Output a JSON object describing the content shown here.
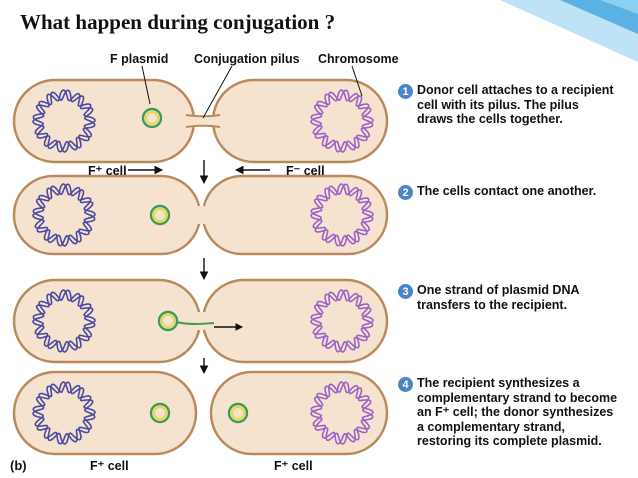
{
  "title": "What happen during conjugation ?",
  "labels": {
    "f_plasmid": "F plasmid",
    "pilus": "Conjugation pilus",
    "chromosome": "Chromosome",
    "f_plus_cell": "F⁺ cell",
    "f_minus_cell": "F⁻ cell",
    "panel": "(b)",
    "f_plus_bottom_left": "F⁺ cell",
    "f_plus_bottom_right": "F⁺ cell"
  },
  "steps": [
    {
      "num": "1",
      "text": "Donor cell attaches to a recipient\ncell with its pilus. The pilus\ndraws the cells together."
    },
    {
      "num": "2",
      "text": "The cells contact one another."
    },
    {
      "num": "3",
      "text": "One strand of plasmid DNA\ntransfers to the recipient."
    },
    {
      "num": "4",
      "text": "The recipient synthesizes a\ncomplementary strand to become\nan F⁺ cell; the donor synthesizes\na complementary strand,\nrestoring its complete plasmid."
    }
  ],
  "colors": {
    "cell_fill": "#f6e3cf",
    "cell_stroke": "#b98a5e",
    "donor_chromosome": "#4b4aa3",
    "recipient_chromosome": "#9b62c8",
    "plasmid_outer": "#3f9c52",
    "plasmid_inner": "#e9d64a",
    "step_number": "#4a86c5",
    "accent_blue": "#5ab2e3"
  }
}
